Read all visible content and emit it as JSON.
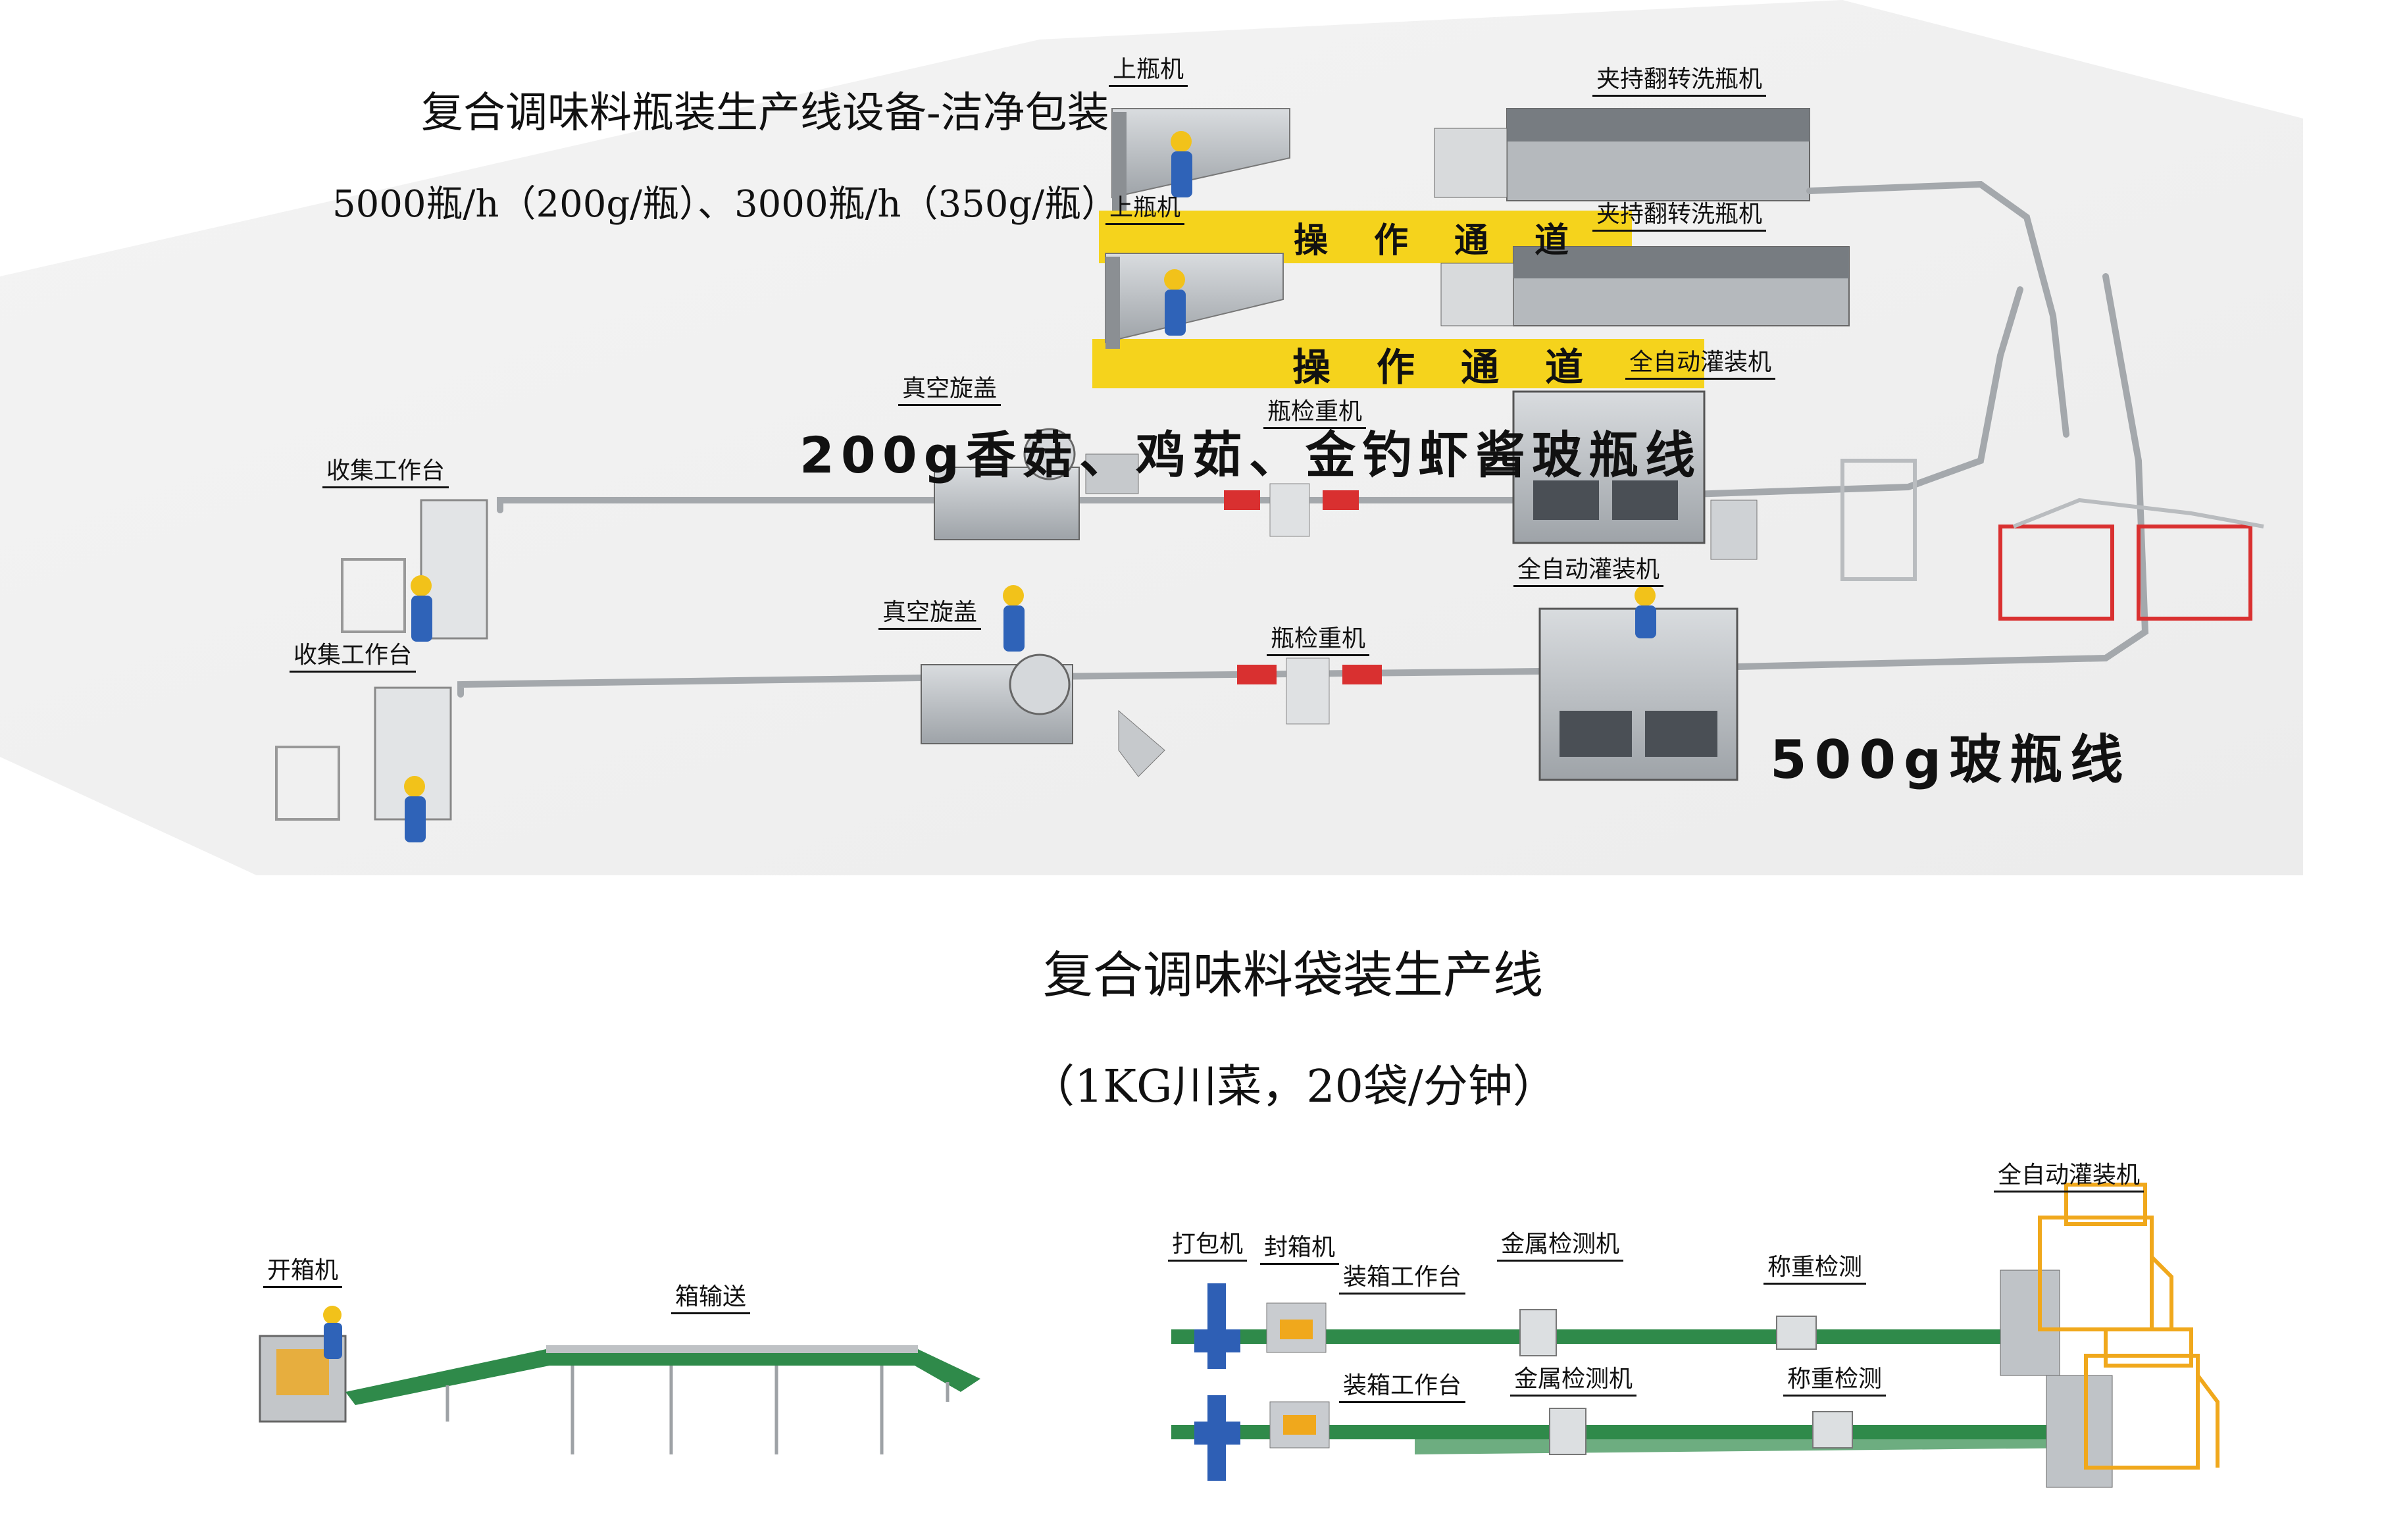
{
  "titles": {
    "bottle_line_title": "复合调味料瓶装生产线设备-洁净包装",
    "bottle_line_capacity": "5000瓶/h（200g/瓶）、3000瓶/h（350g/瓶）",
    "bag_line_title": "复合调味料袋装生产线",
    "bag_line_capacity": "（1KG川菜，20袋/分钟）"
  },
  "walkways": {
    "upper": "操作通道",
    "lower": "操作通道"
  },
  "line_labels": {
    "line_200g": "200g香菇、鸡茹、金钓虾酱玻瓶线",
    "line_500g": "500g玻瓶线"
  },
  "callouts": {
    "bottle_loader_1": "上瓶机",
    "bottle_loader_2": "上瓶机",
    "washer_1": "夹持翻转洗瓶机",
    "washer_2": "夹持翻转洗瓶机",
    "filler_200g": "全自动灌装机",
    "filler_500g": "全自动灌装机",
    "capper_200g": "真空旋盖",
    "capper_500g": "真空旋盖",
    "checkweigher_200g": "瓶检重机",
    "checkweigher_500g": "瓶检重机",
    "collector_1": "收集工作台",
    "collector_2": "收集工作台",
    "carton_erector": "开箱机",
    "box_conveyor": "箱输送",
    "strapper": "打包机",
    "case_sealer": "封箱机",
    "packing_table_1": "装箱工作台",
    "packing_table_2": "装箱工作台",
    "metal_detector_1": "金属检测机",
    "metal_detector_2": "金属检测机",
    "weigh_check_1": "称重检测",
    "weigh_check_2": "称重检测",
    "bag_filler": "全自动灌装机"
  },
  "colors": {
    "walkway_yellow": "#f5d31c",
    "conveyor_green": "#2f8a4a",
    "machine_grey": "#c9ccd0",
    "worker_blue": "#2f63b8",
    "helmet_yellow": "#f2c21a",
    "frame_orange": "#f0a81c",
    "checkweigher_red": "#d93030",
    "strapper_blue": "#2e5fb5"
  }
}
